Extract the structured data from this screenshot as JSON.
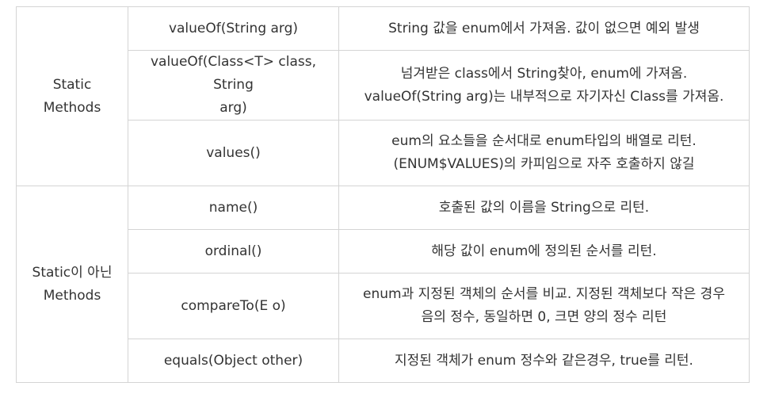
{
  "groups": [
    {
      "label_lines": [
        "Static",
        "Methods"
      ],
      "rows": [
        {
          "method_lines": [
            "valueOf(String arg)"
          ],
          "desc_lines": [
            "String 값을 enum에서 가져옴. 값이 없으면 예외 발생"
          ]
        },
        {
          "method_lines": [
            "valueOf(Class<T> class, String",
            "arg)"
          ],
          "desc_lines": [
            "넘겨받은 class에서 String찾아, enum에 가져옴.",
            "valueOf(String arg)는 내부적으로 자기자신 Class를 가져옴."
          ]
        },
        {
          "method_lines": [
            "values()"
          ],
          "desc_lines": [
            "eum의 요소들을 순서대로 enum타입의 배열로 리턴.",
            "(ENUM$VALUES)의 카피임으로 자주 호출하지 않길"
          ]
        }
      ]
    },
    {
      "label_lines": [
        "Static이 아닌",
        "Methods"
      ],
      "rows": [
        {
          "method_lines": [
            "name()"
          ],
          "desc_lines": [
            "호출된 값의 이름을 String으로 리턴."
          ]
        },
        {
          "method_lines": [
            "ordinal()"
          ],
          "desc_lines": [
            "해당 값이 enum에 정의된 순서를 리턴."
          ]
        },
        {
          "method_lines": [
            "compareTo(E o)"
          ],
          "desc_lines": [
            "enum과 지정된 객체의 순서를 비교. 지정된 객체보다 작은 경우",
            "음의 정수, 동일하면 0, 크면 양의 정수 리턴"
          ]
        },
        {
          "method_lines": [
            "equals(Object other)"
          ],
          "desc_lines": [
            "지정된 객체가 enum 정수와 같은경우, true를 리턴."
          ]
        }
      ]
    }
  ]
}
